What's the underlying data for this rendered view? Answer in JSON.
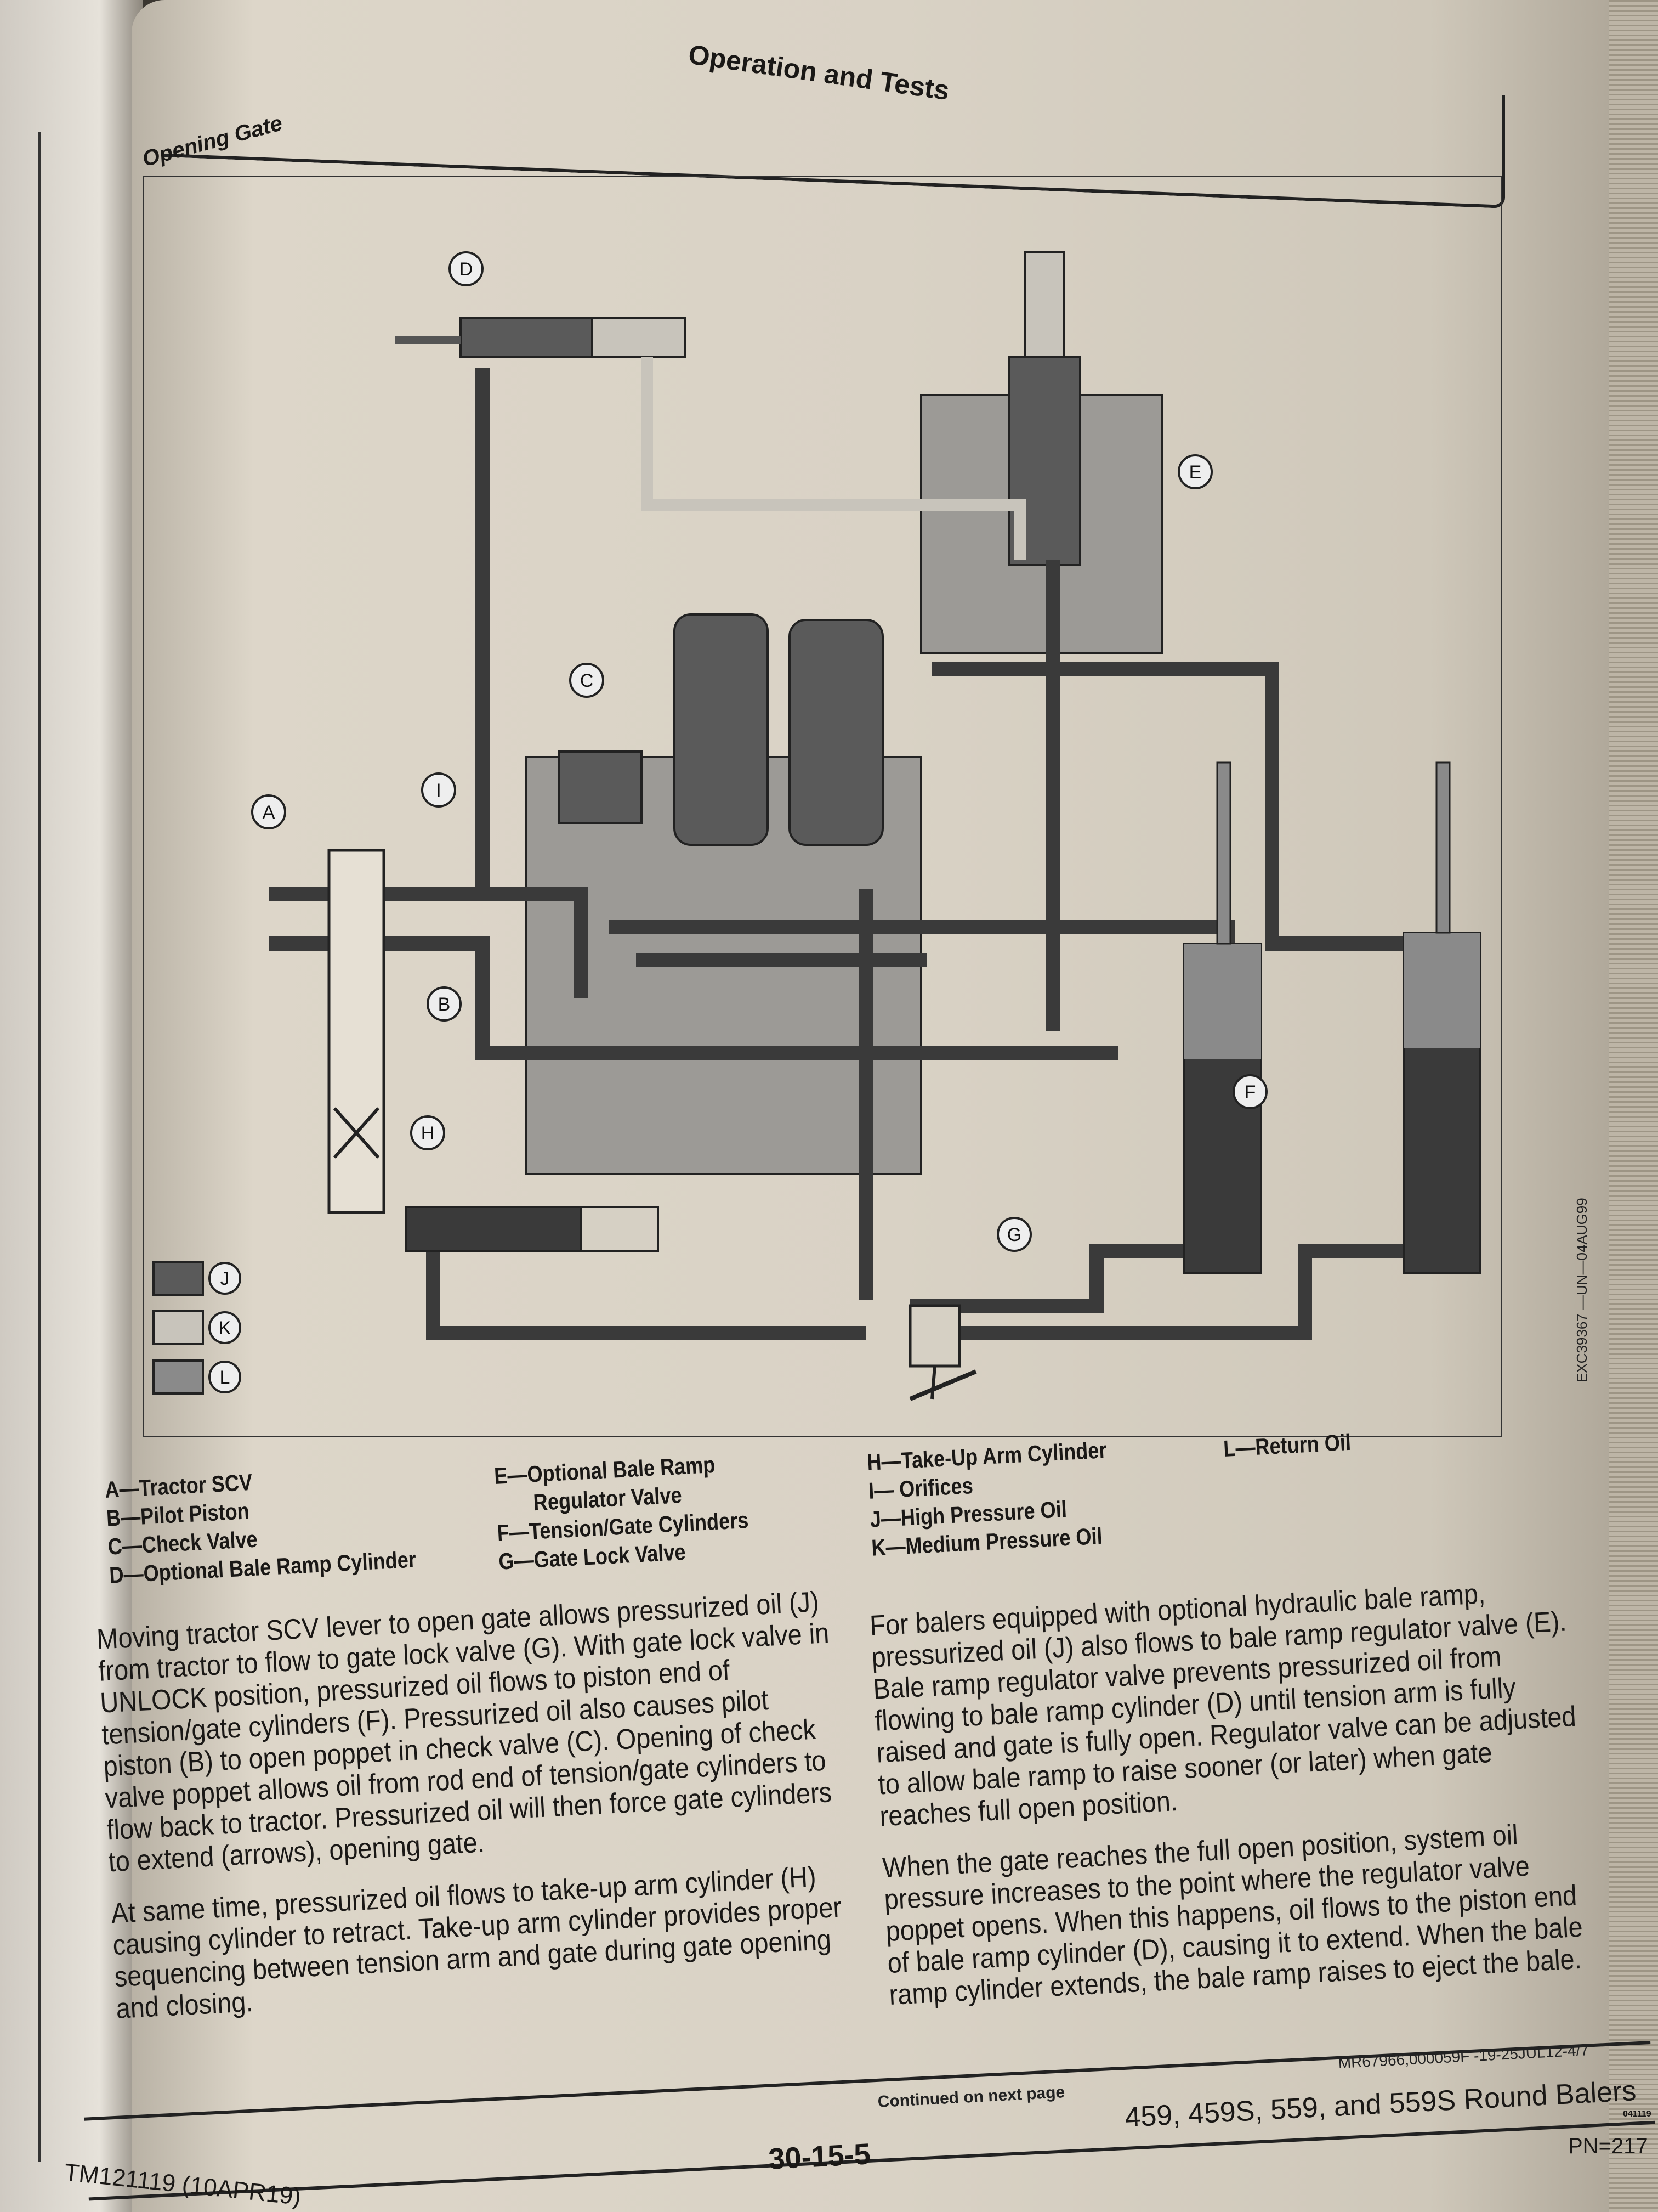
{
  "header": {
    "title": "Operation and Tests",
    "section": "Opening Gate"
  },
  "diagram": {
    "callouts": [
      "A",
      "B",
      "C",
      "D",
      "E",
      "F",
      "G",
      "H",
      "I",
      "J",
      "K",
      "L"
    ],
    "figure_id": "EXC39367 —UN—04AUG99",
    "colors": {
      "high_pressure": "#5a5a5a",
      "medium_pressure": "#c8c4bb",
      "return": "#8a8a8a",
      "body": "#9c9a96"
    }
  },
  "legend": {
    "col1": [
      "A—Tractor SCV",
      "B—Pilot Piston",
      "C—Check Valve",
      "D—Optional Bale Ramp Cylinder"
    ],
    "col2": [
      "E—Optional Bale Ramp",
      "Regulator Valve",
      "F—Tension/Gate Cylinders",
      "G—Gate Lock Valve"
    ],
    "col3": [
      "H—Take-Up Arm Cylinder",
      "I— Orifices",
      "J—High Pressure Oil",
      "K—Medium Pressure Oil"
    ],
    "col4": [
      "L—Return Oil"
    ]
  },
  "body": {
    "left": [
      "Moving tractor SCV lever to open gate allows pressurized oil (J) from tractor to flow to gate lock valve (G). With gate lock valve in UNLOCK position, pressurized oil flows to piston end of tension/gate cylinders (F). Pressurized oil also causes pilot piston (B) to open poppet in check valve (C). Opening of check valve poppet allows oil from rod end of tension/gate cylinders to flow back to tractor. Pressurized oil will then force gate cylinders to extend (arrows), opening gate.",
      "At same time, pressurized oil flows to take-up arm cylinder (H) causing cylinder to retract. Take-up arm cylinder provides proper sequencing between tension arm and gate during gate opening and closing."
    ],
    "right": [
      "For balers equipped with optional hydraulic bale ramp, pressurized oil (J) also flows to bale ramp regulator valve (E). Bale ramp regulator valve prevents pressurized oil from flowing to bale ramp cylinder (D) until tension arm is fully raised and gate is fully open. Regulator valve can be adjusted to allow bale ramp to raise sooner (or later) when gate reaches full open position.",
      "When the gate reaches the full open position, system oil pressure increases to the point where the regulator valve poppet opens. When this happens, oil flows to the piston end of bale ramp cylinder (D), causing it to extend. When the bale ramp cylinder extends, the bale ramp raises to eject the bale."
    ],
    "ref_code": "MR67966,000059F -19-25JUL12-4/7",
    "continued": "Continued on next page"
  },
  "footer": {
    "manual": "TM121119 (10APR19)",
    "page": "30-15-5",
    "product": "459, 459S, 559, and 559S Round Balers",
    "code": "041119",
    "pn": "PN=217"
  }
}
